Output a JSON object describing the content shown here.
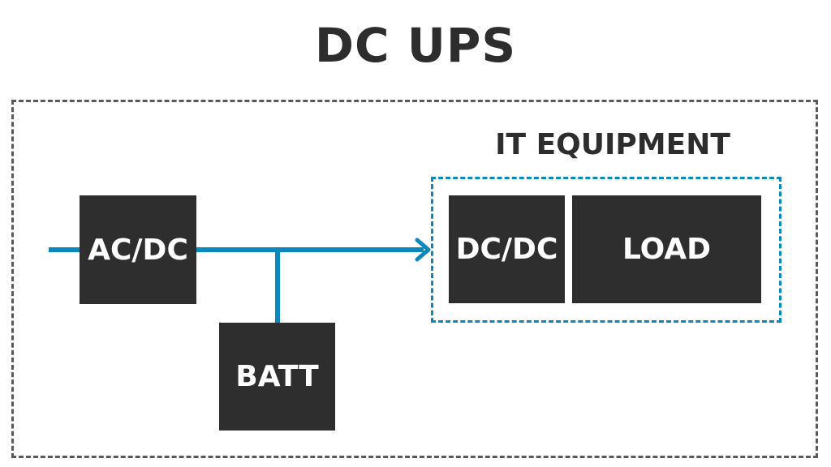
{
  "title": "DC UPS",
  "it_group": {
    "label": "IT EQUIPMENT"
  },
  "blocks": {
    "acdc": "AC/DC",
    "batt": "BATT",
    "dcdc": "DC/DC",
    "load": "LOAD"
  },
  "colors": {
    "wire": "#0a88bd",
    "block": "#2e2e2e",
    "text": "#2d2d2d",
    "outer_border": "#5a5a5a"
  }
}
